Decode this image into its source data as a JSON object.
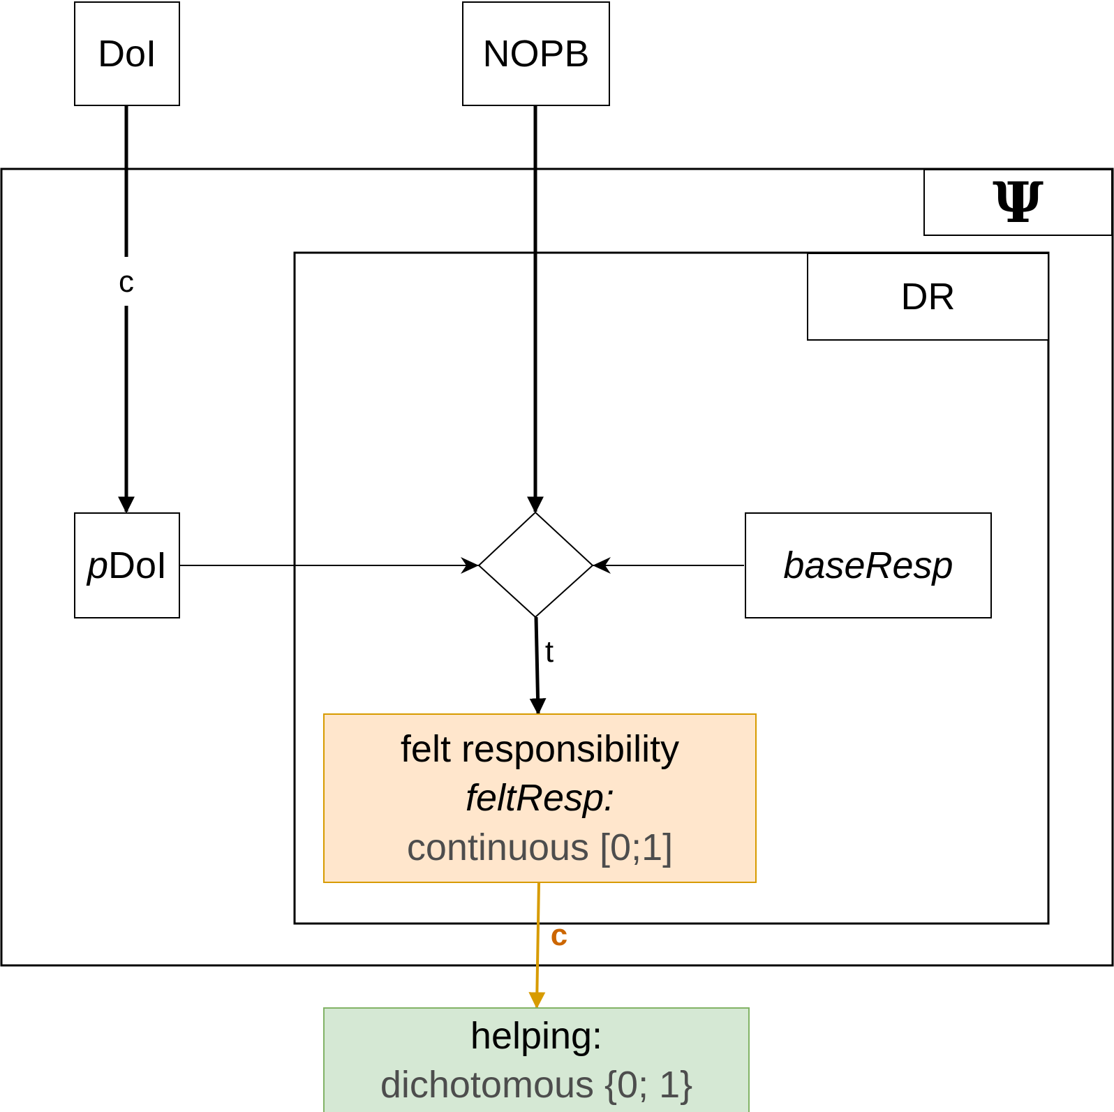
{
  "nodes": {
    "doi": {
      "label": "DoI"
    },
    "nopb": {
      "label": "NOPB"
    },
    "psi_frame": {
      "label": "Ψ"
    },
    "dr_frame": {
      "label": "DR"
    },
    "pdoi": {
      "prefix": "p",
      "label": "DoI"
    },
    "base_resp": {
      "label": "baseResp"
    },
    "felt_resp": {
      "title": "felt responsibility",
      "var": "feltResp:",
      "type": "continuous [0;1]"
    },
    "helping": {
      "title": "helping:",
      "type": "dichotomous {0; 1}"
    }
  },
  "edge_labels": {
    "doi_to_pdoi": "c",
    "diamond_to_felt": "t",
    "felt_to_helping": "c"
  },
  "colors": {
    "felt_fill": "#ffe6cc",
    "felt_stroke": "#d79b00",
    "helping_fill": "#d5e8d4",
    "helping_stroke": "#82b366",
    "orange_label": "#cc6600"
  }
}
